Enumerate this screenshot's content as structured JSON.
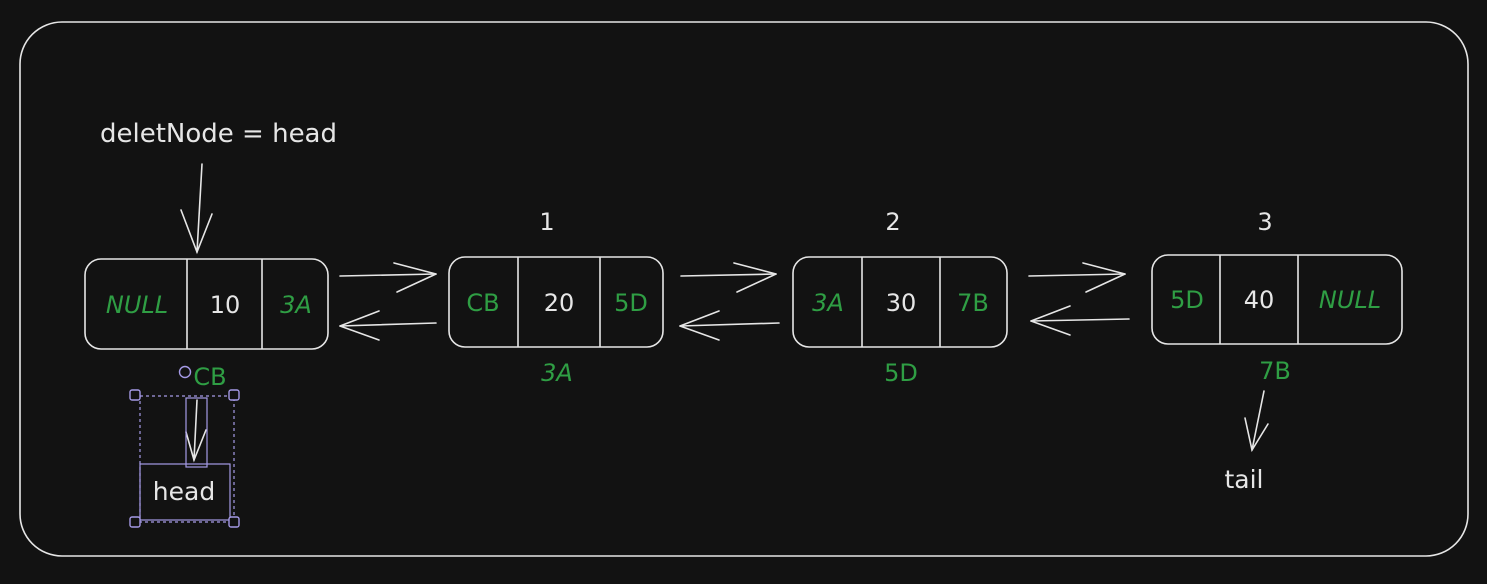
{
  "annotation": {
    "label": "deletNode = head"
  },
  "nodes": [
    {
      "index_label": "",
      "prev": "NULL",
      "value": "10",
      "next": "3A",
      "address": "CB"
    },
    {
      "index_label": "1",
      "prev": "CB",
      "value": "20",
      "next": "5D",
      "address": "3A"
    },
    {
      "index_label": "2",
      "prev": "3A",
      "value": "30",
      "next": "7B",
      "address": "5D"
    },
    {
      "index_label": "3",
      "prev": "5D",
      "value": "40",
      "next": "NULL",
      "address": "7B"
    }
  ],
  "labels": {
    "head": "head",
    "tail": "tail"
  },
  "colors": {
    "background": "#121212",
    "stroke": "#e6e6e6",
    "pointer_text": "#2f9e44",
    "selection": "#a59ae6"
  }
}
